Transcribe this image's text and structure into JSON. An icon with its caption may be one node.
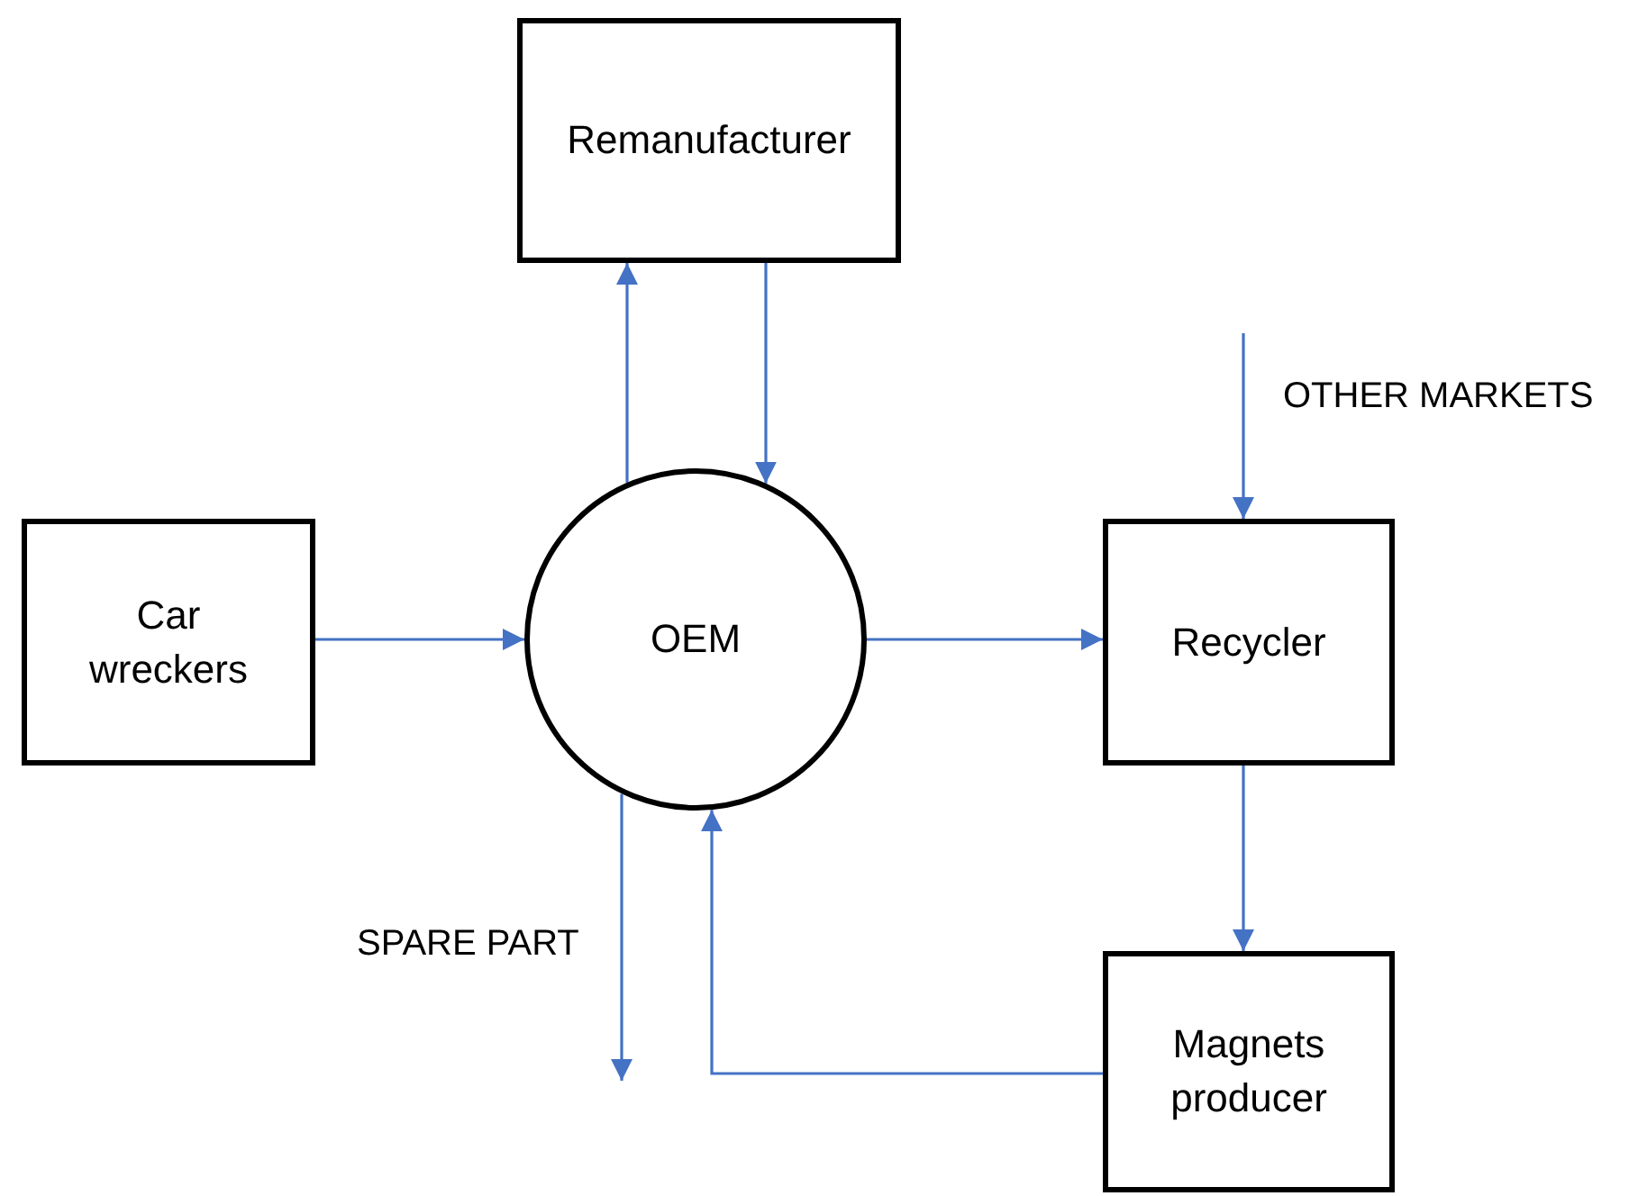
{
  "diagram": {
    "nodes": [
      {
        "text": [
          "Remanufacturer"
        ]
      },
      {
        "text": [
          "Car wreckers"
        ]
      },
      {
        "text": [
          "OEM"
        ]
      },
      {
        "text": [
          "Recycler"
        ]
      },
      {
        "text": [
          "Magnets producer"
        ]
      }
    ],
    "edges": [
      {
        "from": 2,
        "to": 0,
        "arrow": "to"
      },
      {
        "from": 0,
        "to": 2,
        "arrow": "to"
      },
      {
        "from": 1,
        "to": 2,
        "arrow": "to"
      },
      {
        "from": 2,
        "to": 3,
        "arrow": "to"
      },
      {
        "from": 3,
        "to": 4,
        "arrow": "to"
      },
      {
        "from": 4,
        "to": 2,
        "arrow": "to"
      },
      {
        "from": 2,
        "to": null,
        "arrow": "to",
        "label": "SPARE PART"
      },
      {
        "from": null,
        "to": 3,
        "arrow": "to",
        "label": "OTHER MARKETS"
      }
    ]
  }
}
